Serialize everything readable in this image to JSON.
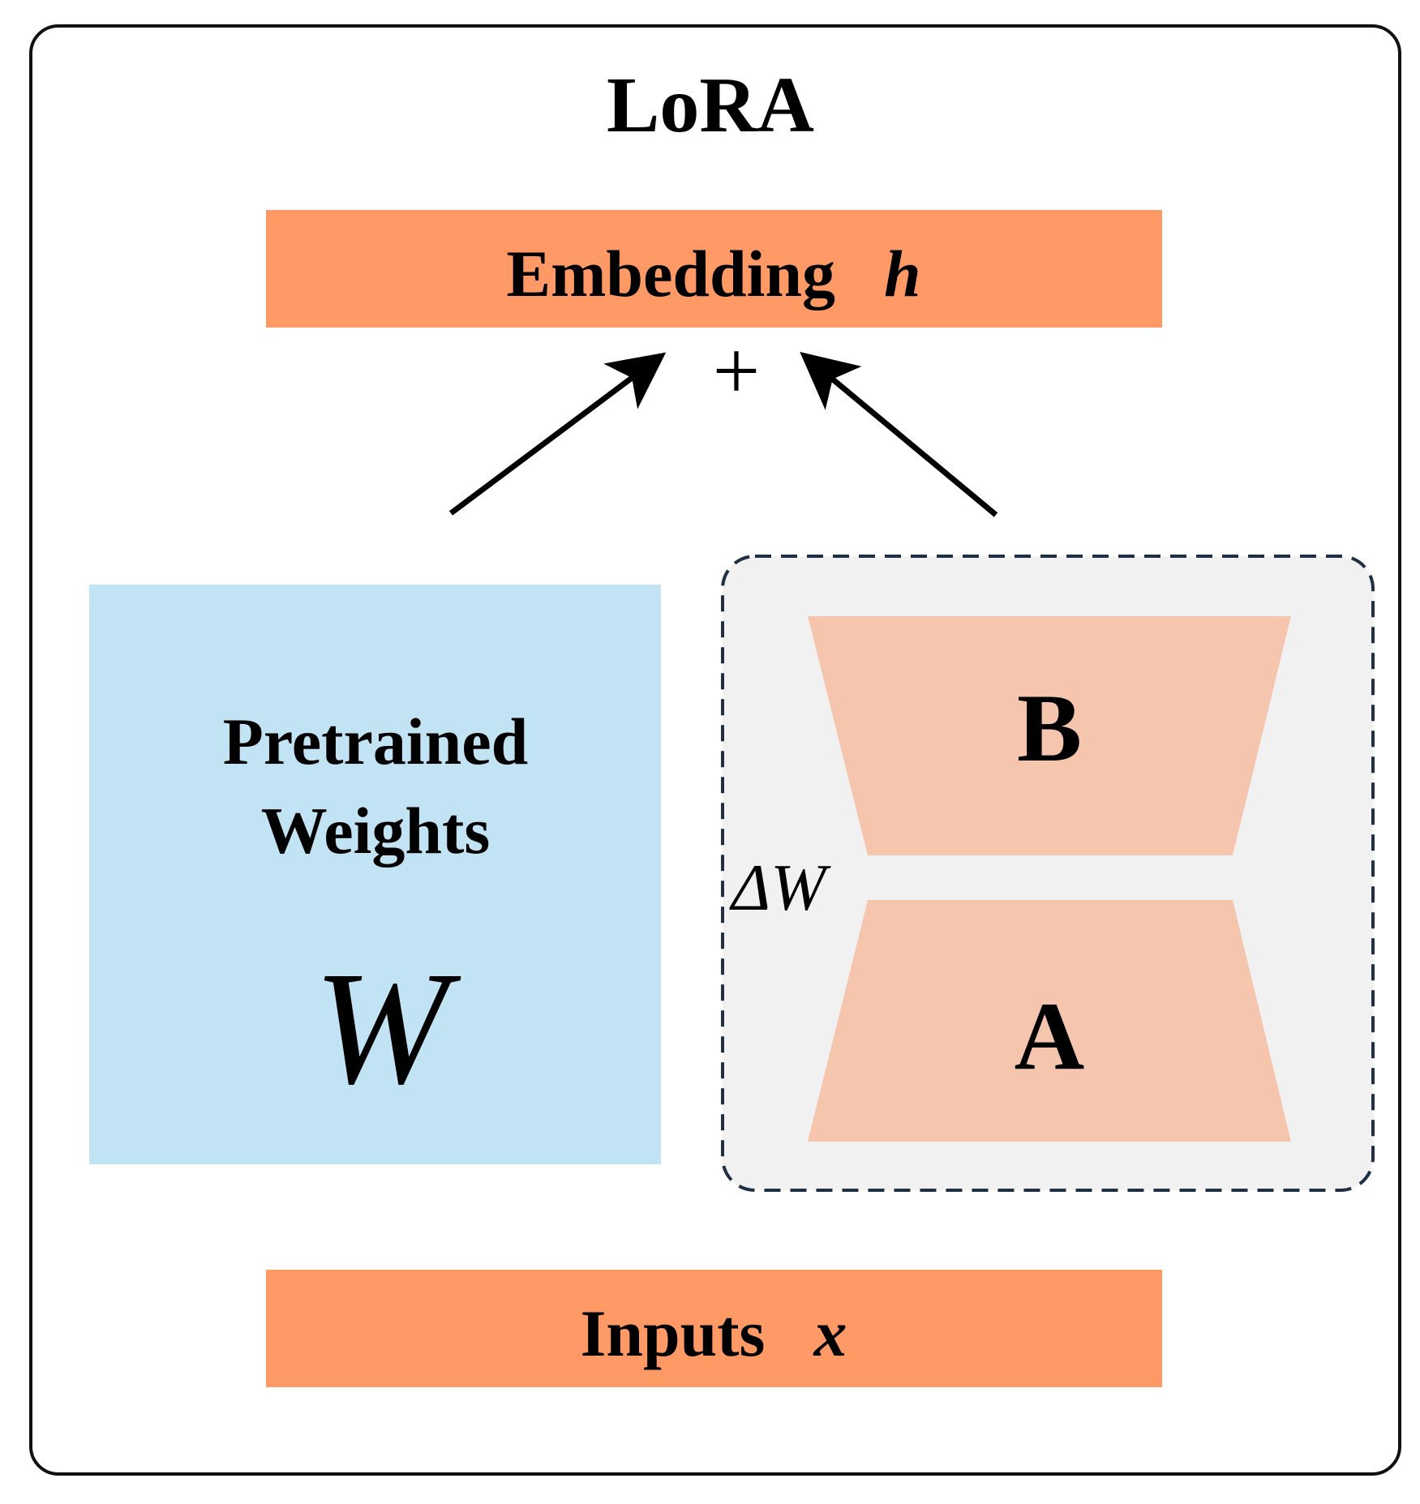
{
  "title": "LoRA",
  "embedding": {
    "label": "Embedding",
    "symbol": "h"
  },
  "plus": "+",
  "pretrained": {
    "line1": "Pretrained",
    "line2": "Weights",
    "symbol": "W"
  },
  "lora_block": {
    "label": "ΔW",
    "upper": "B",
    "lower": "A"
  },
  "inputs": {
    "label": "Inputs",
    "symbol": "x"
  },
  "colors": {
    "orange_bar": "#FF9A66",
    "weights_blue": "#C2E3F3",
    "trapezoid_peach": "#F6C5AE",
    "dashed_panel": "#F1F1F1",
    "dashed_border": "#1F3044",
    "frame_border": "#111111",
    "text": "#000000"
  }
}
